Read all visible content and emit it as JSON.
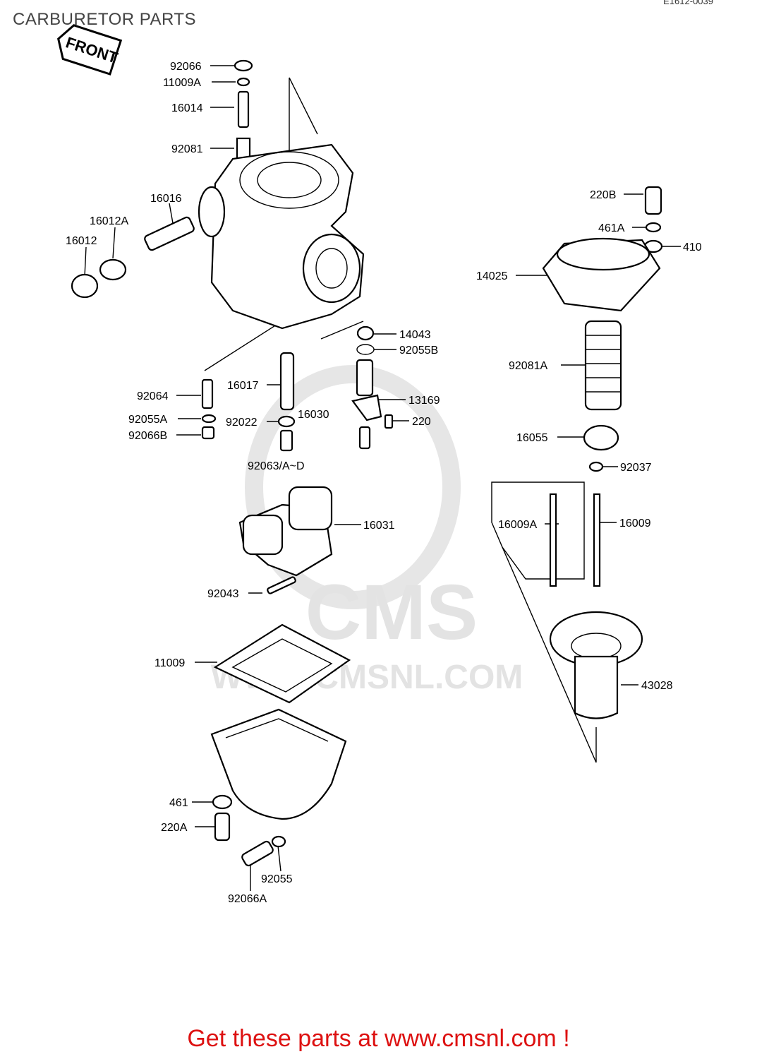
{
  "header": {
    "title": "CARBURETOR PARTS",
    "diagram_code": "E1612-0039"
  },
  "front_arrow": {
    "label": "FRONT"
  },
  "watermark": {
    "brand": "CMS",
    "site": "WWW.CMSNL.COM"
  },
  "footer": {
    "cta": "Get these parts at www.cmsnl.com !"
  },
  "colors": {
    "footer_text": "#dd1111",
    "watermark": "#e3e3e3"
  },
  "parts": [
    {
      "id": "92066"
    },
    {
      "id": "11009A"
    },
    {
      "id": "16014"
    },
    {
      "id": "92081"
    },
    {
      "id": "16016"
    },
    {
      "id": "16012A"
    },
    {
      "id": "16012"
    },
    {
      "id": "220B"
    },
    {
      "id": "461A"
    },
    {
      "id": "410"
    },
    {
      "id": "14025"
    },
    {
      "id": "14043"
    },
    {
      "id": "92055B"
    },
    {
      "id": "92081A"
    },
    {
      "id": "16017"
    },
    {
      "id": "92064"
    },
    {
      "id": "16030"
    },
    {
      "id": "13169"
    },
    {
      "id": "92055A"
    },
    {
      "id": "92022"
    },
    {
      "id": "220"
    },
    {
      "id": "92066B"
    },
    {
      "id": "92063/A~D"
    },
    {
      "id": "16055"
    },
    {
      "id": "92037"
    },
    {
      "id": "16031"
    },
    {
      "id": "16009A"
    },
    {
      "id": "16009"
    },
    {
      "id": "92043"
    },
    {
      "id": "11009"
    },
    {
      "id": "43028"
    },
    {
      "id": "461"
    },
    {
      "id": "220A"
    },
    {
      "id": "92055"
    },
    {
      "id": "92066A"
    }
  ]
}
